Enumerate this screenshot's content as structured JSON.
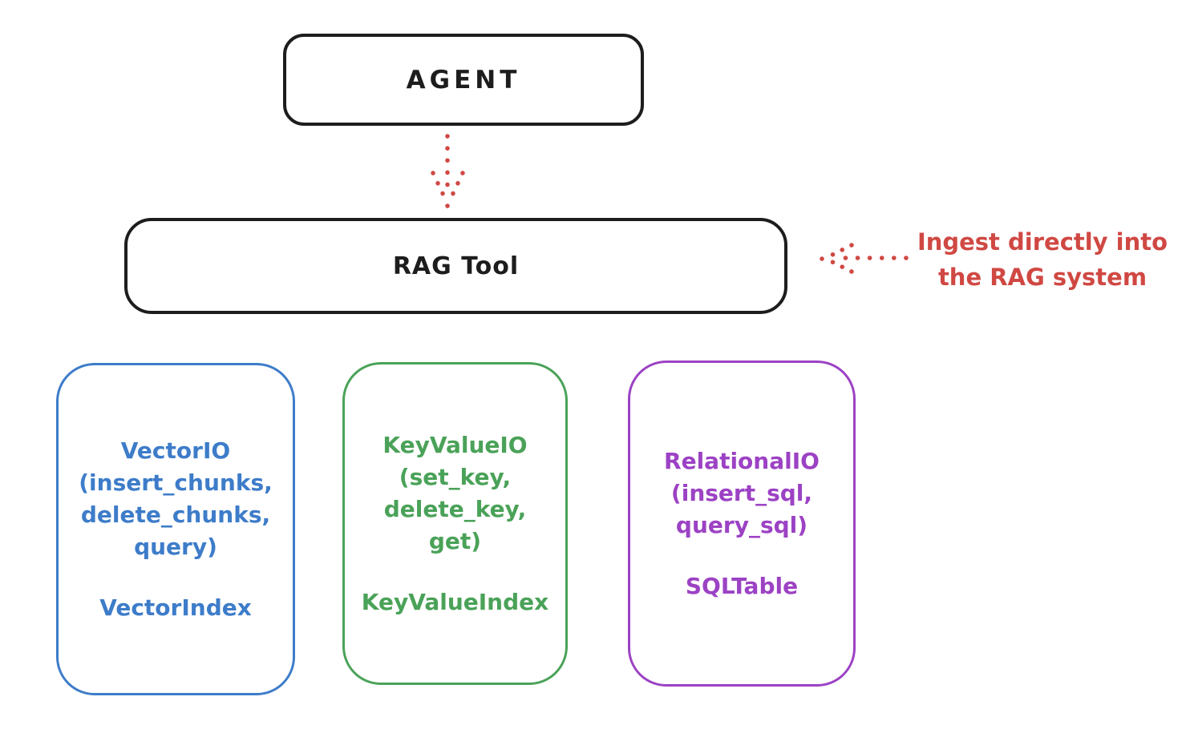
{
  "colors": {
    "stroke_black": "#1d1d1d",
    "annotation_red": "#d04843",
    "vector_blue": "#3d7cc9",
    "keyvalue_green": "#4aa258",
    "relational_purple": "#9c42c4",
    "background": "#ffffff"
  },
  "agent_box": {
    "label": "AGENT"
  },
  "rag_tool_box": {
    "label": "RAG Tool"
  },
  "annotation": {
    "text": "Ingest directly into\nthe RAG system"
  },
  "io_boxes": [
    {
      "id": "vector-io",
      "title": "VectorIO\n(insert_chunks,\ndelete_chunks,\nquery)",
      "index_label": "VectorIndex",
      "color": "#3d7cc9"
    },
    {
      "id": "keyvalue-io",
      "title": "KeyValueIO\n(set_key,\ndelete_key, get)",
      "index_label": "KeyValueIndex",
      "color": "#4aa258"
    },
    {
      "id": "relational-io",
      "title": "RelationalIO\n(insert_sql,\nquery_sql)",
      "index_label": "SQLTable",
      "color": "#9c42c4"
    }
  ]
}
